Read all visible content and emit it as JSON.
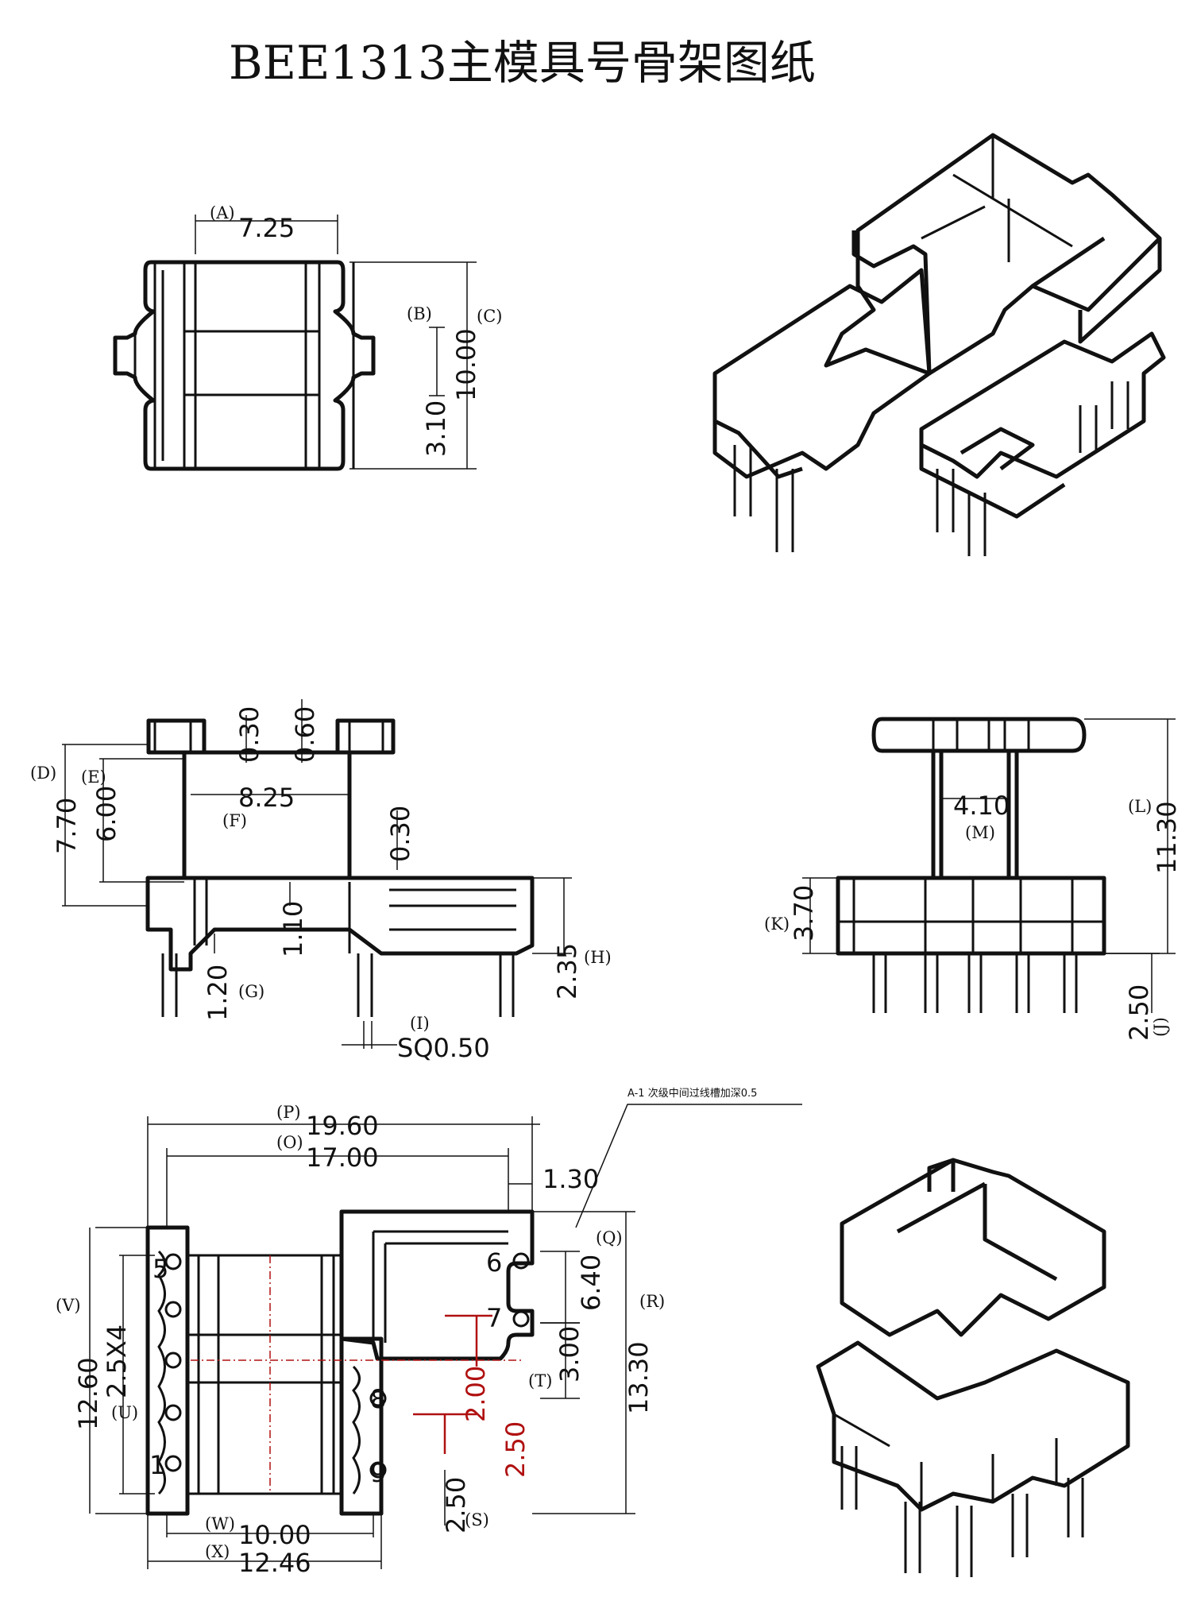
{
  "title": "BEE1313主模具号骨架图纸",
  "note": "A-1 次级中间过线槽加深0.5",
  "pin_numbers": [
    "1",
    "5",
    "6",
    "7",
    "8",
    "9"
  ],
  "dimensions": {
    "A": "7.25",
    "B": "3.10",
    "C": "10.00",
    "D": "7.70",
    "E": "6.00",
    "F": "8.25",
    "G": "1.20",
    "H": "2.35",
    "I": "SQ0.50",
    "J": "2.50",
    "K": "3.70",
    "L": "11.30",
    "M": "4.10",
    "O": "17.00",
    "P": "19.60",
    "Q": "6.40",
    "R": "13.30",
    "S": "2.50",
    "T": "3.00",
    "U": "2.5X4",
    "V": "12.60",
    "W": "10.00",
    "X": "12.46",
    "top_a": "0.30",
    "top_b": "0.60",
    "mid_a": "0.30",
    "mid_b": "1.10",
    "ext": "1.30",
    "red_a": "2.00",
    "red_b": "2.50"
  },
  "tags": {
    "A": "(A)",
    "B": "(B)",
    "C": "(C)",
    "D": "(D)",
    "E": "(E)",
    "F": "(F)",
    "G": "(G)",
    "H": "(H)",
    "I": "(I)",
    "J": "(J)",
    "K": "(K)",
    "L": "(L)",
    "M": "(M)",
    "O": "(O)",
    "P": "(P)",
    "Q": "(Q)",
    "R": "(R)",
    "S": "(S)",
    "T": "(T)",
    "U": "(U)",
    "V": "(V)",
    "W": "(W)",
    "X": "(X)"
  }
}
